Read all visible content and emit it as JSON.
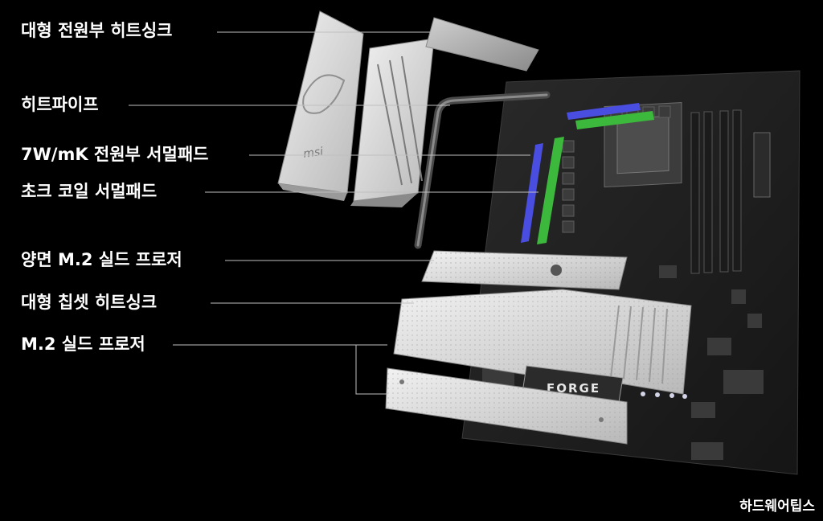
{
  "labels": {
    "vrm_heatsink": "대형 전원부 히트싱크",
    "heatpipe": "히트파이프",
    "vrm_thermal_pad": "7W/mK 전원부 서멀패드",
    "choke_thermal_pad": "초크 코일 서멀패드",
    "double_sided_m2_shield": "양면 M.2 실드 프로저",
    "chipset_heatsink": "대형 칩셋 히트싱크",
    "m2_shield": "M.2 실드 프로저"
  },
  "branding": {
    "heatsink_logo": "msi",
    "board_name": "FORGE"
  },
  "watermark": "하드웨어팁스",
  "colors": {
    "background": "#000000",
    "thermal_pad_blue": "#4a4ee0",
    "thermal_pad_green": "#3cb83c",
    "heatsink_silver": "#d9d9d9",
    "leader_line": "#bfbfbf"
  }
}
